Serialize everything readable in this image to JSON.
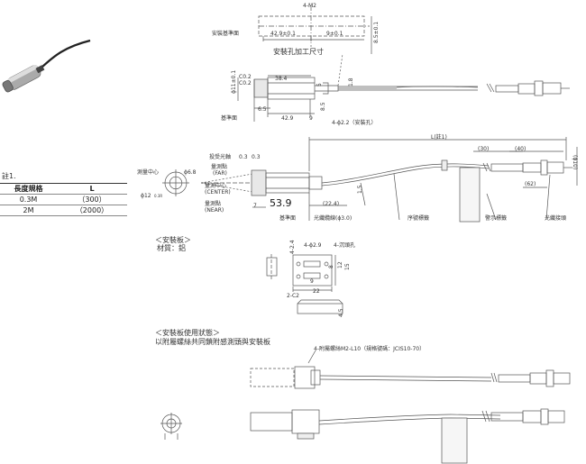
{
  "note": {
    "title": "註1.",
    "headers": [
      "長度規格",
      "L"
    ],
    "rows": [
      [
        "0.3M",
        "（300）"
      ],
      [
        "2M",
        "（2000）"
      ]
    ]
  },
  "top": {
    "dim_4m2": "4-M2",
    "mount_ref": "安裝基準面",
    "dim_42_9": "42.9±0.1",
    "dim_9": "9±0.1",
    "dim_8_5": "8.5±0.1",
    "caption": "安裝孔加工尺寸"
  },
  "side": {
    "dim_11": "ϕ11±0.1",
    "dim_c02a": "C0.2",
    "dim_c02b": "C0.2",
    "dim_38_4": "38.4",
    "dim_5": "5",
    "dim_6_5": "6.5",
    "dim_42_9": "42.9",
    "dim_9": "9",
    "dim_1_8": "1.8",
    "dim_8_5": "8.5",
    "ref_label": "基準面",
    "holes": "4-ϕ2.2（安裝孔）"
  },
  "main": {
    "proj_axis": "投受光軸",
    "dim_0_3a": "0.3",
    "dim_0_3b": "0.3",
    "measure_center": "測量中心",
    "dia_6_8": "ϕ6.8",
    "dia_12": "ϕ12",
    "r_label": "0.3R",
    "far_1": "量測點",
    "far_2": "(FAR)",
    "center_1": "量測中心",
    "center_2": "(CENTER)",
    "near_1": "量測點",
    "near_2": "(NEAR)",
    "dim_53_9": "53.9",
    "dim_7": "7",
    "dim_22_4": "(22.4)",
    "dim_1_5": "1.5",
    "ref_label": "基準面",
    "fiber_cable": "光纖纜線(ϕ3.0)",
    "sheath": "序號標籤",
    "warning": "警示標籤",
    "connector": "光纖接頭",
    "dim_l": "L(註1)",
    "dim_30": "(30)",
    "dim_40": "(40)",
    "dim_62": "(62)",
    "dim_10": "(ϕ10)"
  },
  "plate": {
    "title": "＜安裝板＞",
    "material": "材質：鋁",
    "dim_4_29": "4-ϕ2.9",
    "dim_4_screws": "4-沉頭孔",
    "dim_4_2_4": "4-2.4",
    "dim_12": "12",
    "dim_15": "15",
    "dim_8": "8",
    "dim_9": "9",
    "dim_22": "22",
    "dim_2c2": "2-C2",
    "dim_4_5": "4.5"
  },
  "usage": {
    "title": "＜安裝板使用狀態＞",
    "desc": "以附屬螺絲共同鎖附感測頭與安裝板",
    "screw": "4-附屬螺絲M2-L10（規格號碼：JCIS10-70）"
  }
}
